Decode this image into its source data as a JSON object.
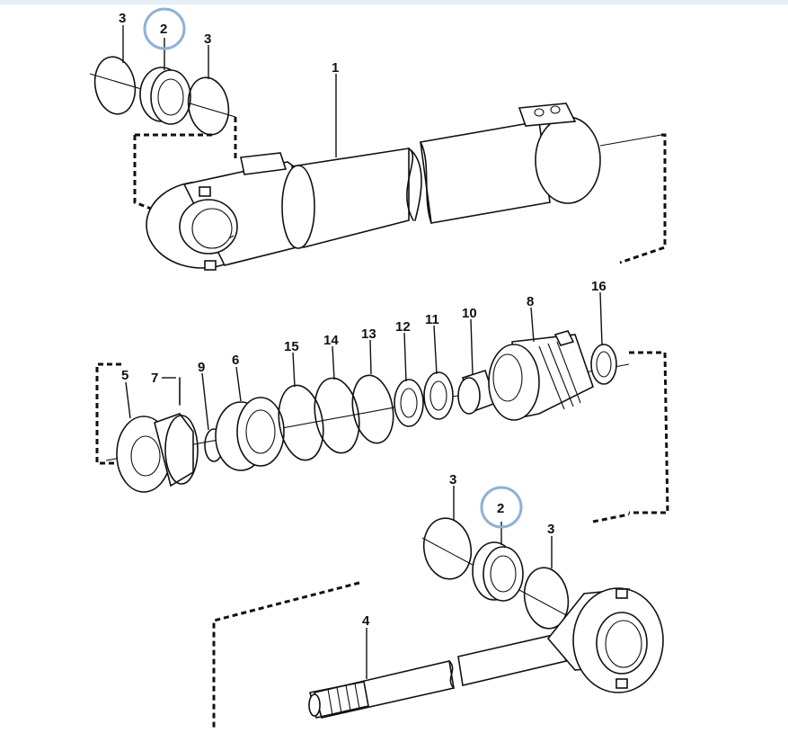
{
  "callouts": [
    {
      "id": "c1",
      "text": "1"
    },
    {
      "id": "c2a",
      "text": "2"
    },
    {
      "id": "c3a",
      "text": "3"
    },
    {
      "id": "c3b",
      "text": "3"
    },
    {
      "id": "c4",
      "text": "4"
    },
    {
      "id": "c5",
      "text": "5"
    },
    {
      "id": "c6",
      "text": "6"
    },
    {
      "id": "c7",
      "text": "7"
    },
    {
      "id": "c8",
      "text": "8"
    },
    {
      "id": "c9",
      "text": "9"
    },
    {
      "id": "c10",
      "text": "10"
    },
    {
      "id": "c11",
      "text": "11"
    },
    {
      "id": "c12",
      "text": "12"
    },
    {
      "id": "c13",
      "text": "13"
    },
    {
      "id": "c14",
      "text": "14"
    },
    {
      "id": "c15",
      "text": "15"
    },
    {
      "id": "c16",
      "text": "16"
    },
    {
      "id": "c2b",
      "text": "2"
    },
    {
      "id": "c3c",
      "text": "3"
    },
    {
      "id": "c3d",
      "text": "3"
    }
  ],
  "highlight_color": "#8fb1d6",
  "highlighted_part": "2"
}
